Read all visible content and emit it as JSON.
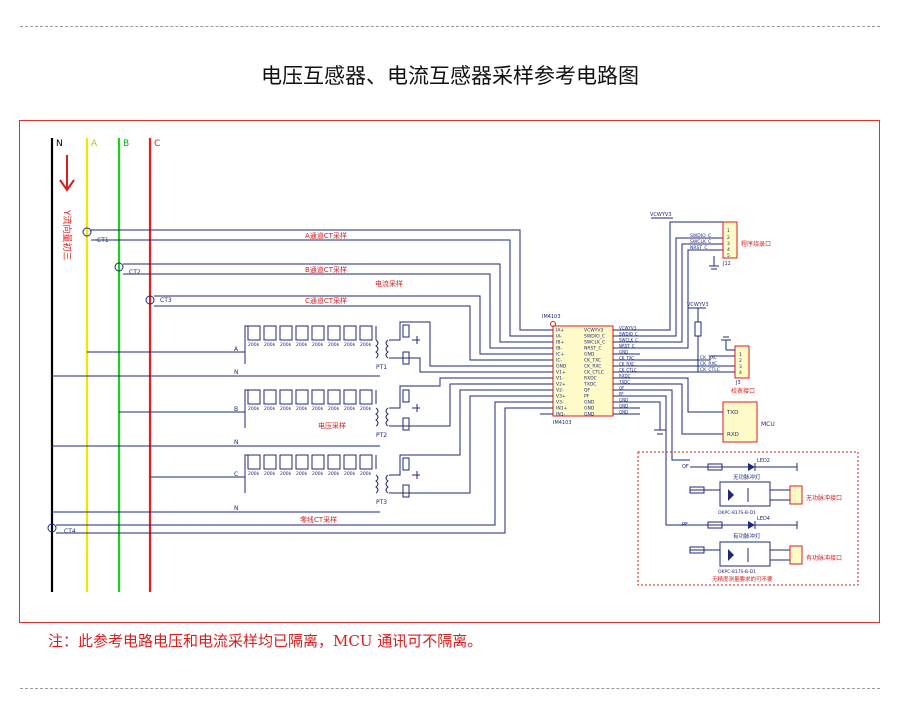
{
  "title": "电压互感器、电流互感器采样参考电路图",
  "note": "注：此参考电路电压和电流采样均已隔离，MCU 通讯可不隔离。",
  "colors": {
    "frame": "#e03030",
    "wire": "#1e2a78",
    "line_N": "#000000",
    "line_A": "#f2e600",
    "line_B": "#19d21e",
    "line_C": "#e02020",
    "text_red": "#d81e1e"
  },
  "phases": {
    "N": "N",
    "A": "A",
    "B": "B",
    "C": "C"
  },
  "direction_label": "Y流向量初三",
  "ct": {
    "ct1": "CT1",
    "ct2": "CT2",
    "ct3": "CT3",
    "ct4": "CT4"
  },
  "signals": {
    "a_ct": "A通道CT采样",
    "b_ct": "B通道CT采样",
    "i_sample": "电流采样",
    "c_ct": "C通道CT采样",
    "v_sample": "电压采样",
    "zero_ct": "零线CT采样"
  },
  "resistor_value": "200k",
  "pt": {
    "pt1": "PT1",
    "pt2": "PT2",
    "pt3": "PT3"
  },
  "chip": {
    "name": "IM4103",
    "left_pins": [
      "IA+",
      "IA-",
      "IB+",
      "IB-",
      "IC+",
      "IC-",
      "GND",
      "V1+",
      "V1-",
      "V2+",
      "V2-",
      "V3+",
      "V3-",
      "IN1+",
      "IN1-"
    ],
    "right_pins": [
      "VCWYV3",
      "SWDIO_C",
      "SWCLK_C",
      "NRST_C",
      "GND",
      "CK_TXC",
      "CK_RXC",
      "CK_CTLC",
      "RXDC",
      "TXDC",
      "QF",
      "PF",
      "GND",
      "GND",
      "GND"
    ]
  },
  "vcc": "VCWYV3",
  "prog_port": {
    "label": "程序烧录口",
    "ref": "J12",
    "pins": [
      "SWDIO_C",
      "SWCLK_C",
      "NRST_C"
    ]
  },
  "cal_port": {
    "label": "校表接口",
    "ref": "J3",
    "pins": [
      "CK_TXC",
      "CK_RXC",
      "CK_CTLC"
    ]
  },
  "mcu": {
    "label": "MCU",
    "txd": "TXD",
    "rxd": "RXD"
  },
  "pulse": {
    "qf": "QF",
    "pf": "PF",
    "led2": "LED2",
    "led4": "LED4",
    "reactive_led": "无功脉冲灯",
    "active_led": "有功脉冲灯",
    "reactive_port": "无功脉冲接口",
    "active_port": "有功脉冲接口",
    "optocoupler": "OKPC-817S-B-D1",
    "footnote": "无精度测量要求的可不要"
  }
}
